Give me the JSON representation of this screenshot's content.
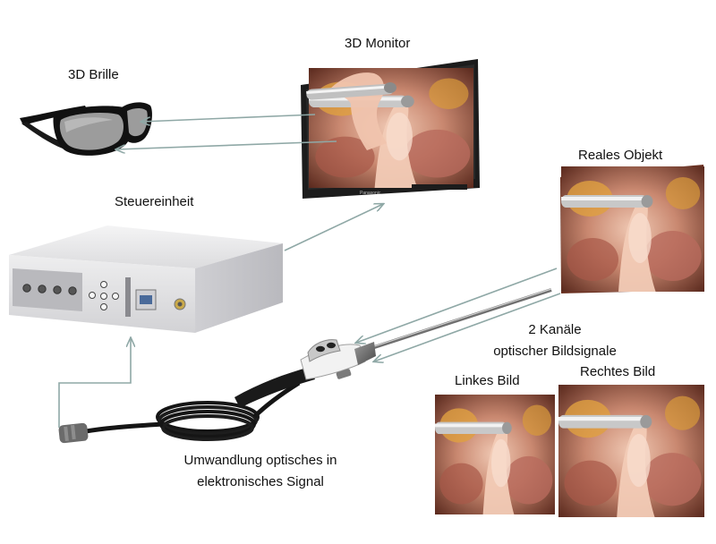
{
  "labels": {
    "glasses": "3D Brille",
    "monitor": "3D Monitor",
    "control_unit": "Steuereinheit",
    "real_object": "Reales Objekt",
    "channels_line1": "2 Kanäle",
    "channels_line2": "optischer Bildsignale",
    "left_image": "Linkes Bild",
    "right_image": "Rechtes Bild",
    "conversion_line1": "Umwandlung optisches in",
    "conversion_line2": "elektronisches Signal"
  },
  "monitor_brand": "Panasonic",
  "colors": {
    "arrow": "#8fa8a6",
    "device_body": "#e9e9eb",
    "tissue": "#d9a48f"
  }
}
